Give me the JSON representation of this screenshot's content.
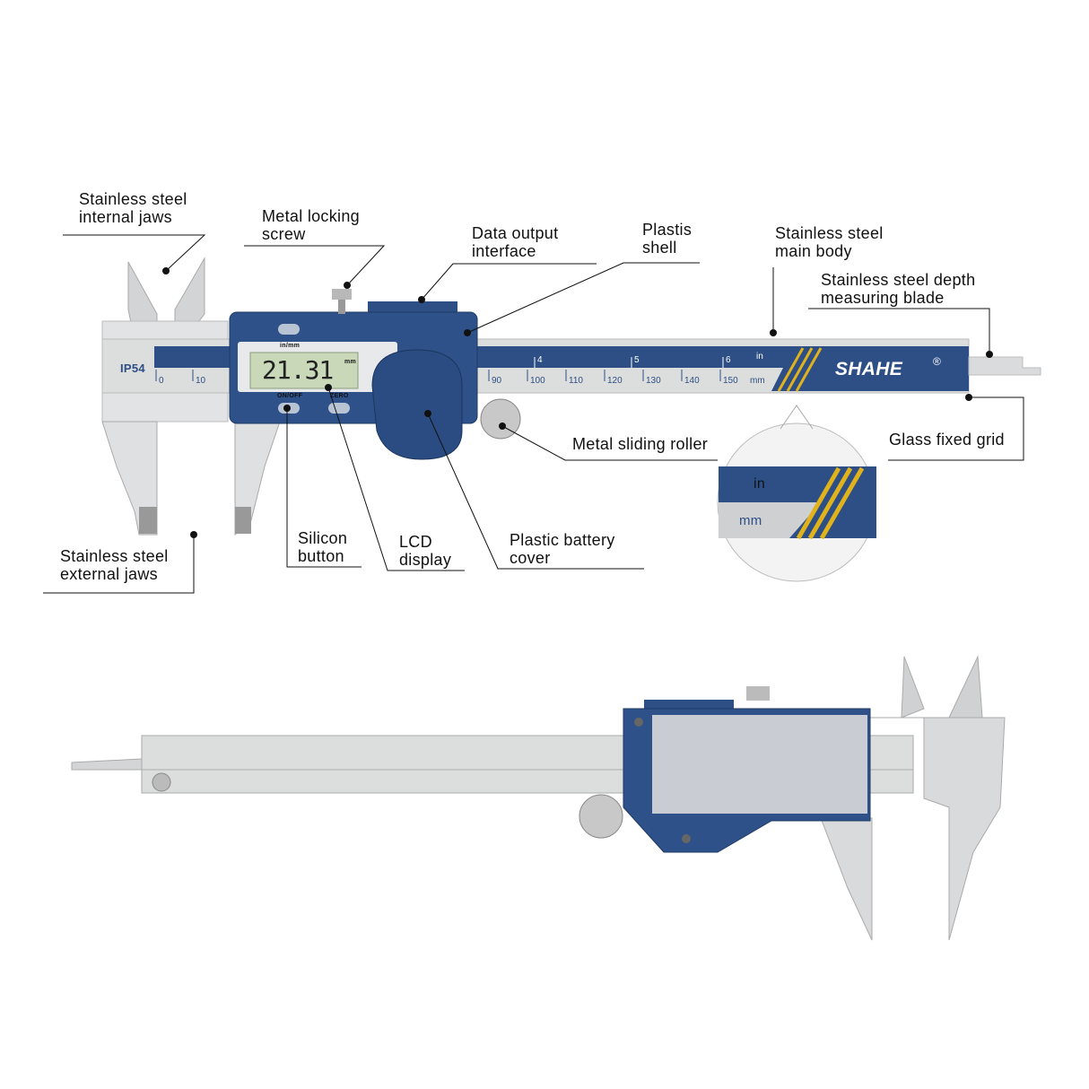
{
  "labels": {
    "internal_jaws": [
      "Stainless steel",
      "internal jaws"
    ],
    "locking_screw": [
      "Metal locking",
      "screw"
    ],
    "data_output": [
      "Data output",
      "interface"
    ],
    "shell": [
      "Plastis",
      "shell"
    ],
    "main_body": [
      "Stainless steel",
      "main body"
    ],
    "depth_blade": [
      "Stainless steel depth",
      "measuring blade"
    ],
    "glass_grid": [
      "Glass fixed grid"
    ],
    "sliding_roller": [
      "Metal sliding roller"
    ],
    "battery_cover": [
      "Plastic battery",
      "cover"
    ],
    "lcd_display": [
      "LCD",
      "display"
    ],
    "silicon_button": [
      "Silicon",
      "button"
    ],
    "external_jaws": [
      "Stainless steel",
      "external jaws"
    ]
  },
  "caliper": {
    "rating": "IP54",
    "lcd_reading": "21.31",
    "lcd_unit": "mm",
    "lcd_mode_label": "in/mm",
    "button_on_off": "ON/OFF",
    "button_zero": "ZERO",
    "brand": "SHAHE",
    "brand_mark": "®",
    "mm_ticks": [
      "0",
      "10",
      "90",
      "100",
      "110",
      "120",
      "130",
      "140",
      "150"
    ],
    "in_ticks": [
      "4",
      "5",
      "6"
    ],
    "unit_in": "in",
    "unit_mm": "mm"
  },
  "colors": {
    "blue": "#2d4f86",
    "steel": "#d9dadb",
    "lcd": "#c9d8b8",
    "stripe": "#e0b21c"
  }
}
